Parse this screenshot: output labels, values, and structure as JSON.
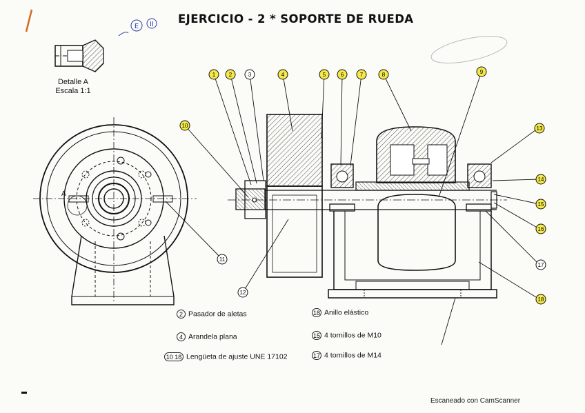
{
  "sheet": {
    "title": "EJERCICIO - 2 * SOPORTE DE RUEDA",
    "detail_label_line1": "Detalle A",
    "detail_label_line2": "Escala 1:1",
    "section_marker": "A",
    "handwritten_marks": [
      "E",
      "II"
    ]
  },
  "balloons": [
    "1",
    "2",
    "3",
    "4",
    "5",
    "6",
    "7",
    "8",
    "9",
    "10",
    "11",
    "12",
    "13",
    "14",
    "15",
    "16",
    "17",
    "18"
  ],
  "legend": [
    {
      "numbers": "2",
      "text": "Pasador de aletas"
    },
    {
      "numbers": "4",
      "text": "Arandela plana"
    },
    {
      "numbers": "10 18",
      "text": "Lengüeta de ajuste UNE 17102"
    },
    {
      "numbers": "18",
      "text": "Anillo elástico"
    },
    {
      "numbers": "15",
      "text": "4 tornillos de M10"
    },
    {
      "numbers": "17",
      "text": "4 tornillos de M14"
    }
  ],
  "footer": {
    "scanner": "Escaneado con CamScanner"
  },
  "colors": {
    "ink": "#111111",
    "highlight": "#f4e94a",
    "paper": "#fbfbf8"
  }
}
